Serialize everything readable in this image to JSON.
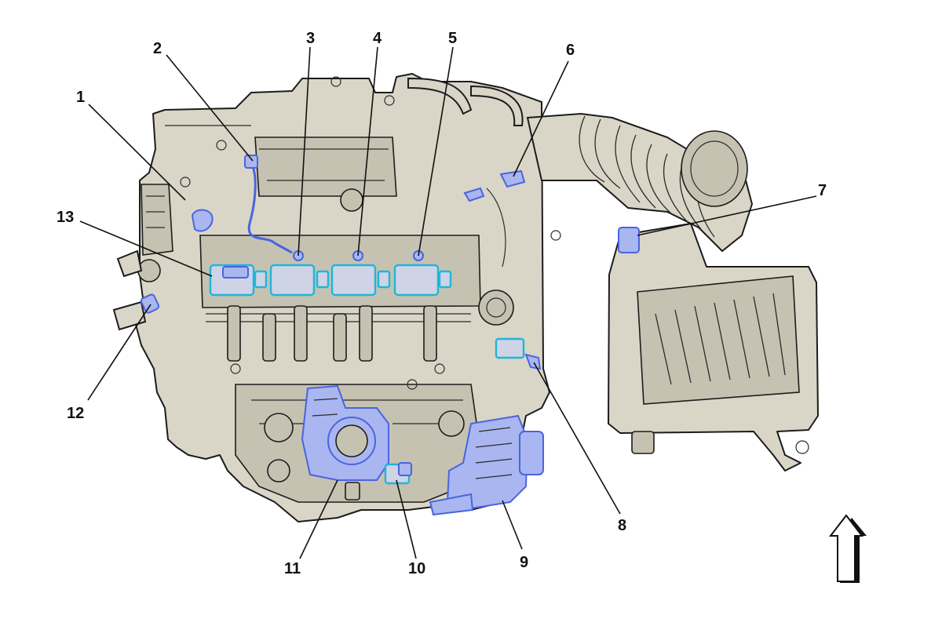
{
  "diagram": {
    "callouts": [
      {
        "id": "1",
        "label": "1"
      },
      {
        "id": "2",
        "label": "2"
      },
      {
        "id": "3",
        "label": "3"
      },
      {
        "id": "4",
        "label": "4"
      },
      {
        "id": "5",
        "label": "5"
      },
      {
        "id": "6",
        "label": "6"
      },
      {
        "id": "7",
        "label": "7"
      },
      {
        "id": "8",
        "label": "8"
      },
      {
        "id": "9",
        "label": "9"
      },
      {
        "id": "10",
        "label": "10"
      },
      {
        "id": "11",
        "label": "11"
      },
      {
        "id": "12",
        "label": "12"
      },
      {
        "id": "13",
        "label": "13"
      }
    ],
    "direction_arrow": "up-arrow-icon",
    "colors": {
      "engine_fill": "#d9d6c7",
      "highlight_blue": "#4a64e0",
      "highlight_cyan": "#1fb6d9",
      "outline": "#1c1c1c"
    }
  }
}
